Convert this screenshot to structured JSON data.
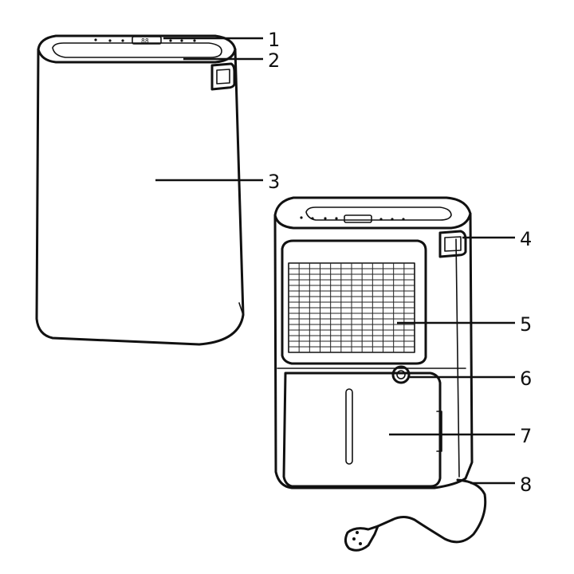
{
  "figure": {
    "background": "#ffffff",
    "line_color": "#111111",
    "display_readout": "88",
    "callouts": [
      {
        "id": 1,
        "label": "1",
        "part": "control-panel"
      },
      {
        "id": 2,
        "label": "2",
        "part": "top-edge"
      },
      {
        "id": 3,
        "label": "3",
        "part": "rear-housing"
      },
      {
        "id": 4,
        "label": "4",
        "part": "side-handle"
      },
      {
        "id": 5,
        "label": "5",
        "part": "air-intake-grille"
      },
      {
        "id": 6,
        "label": "6",
        "part": "water-level-indicator"
      },
      {
        "id": 7,
        "label": "7",
        "part": "water-tank"
      },
      {
        "id": 8,
        "label": "8",
        "part": "power-cord"
      }
    ]
  }
}
